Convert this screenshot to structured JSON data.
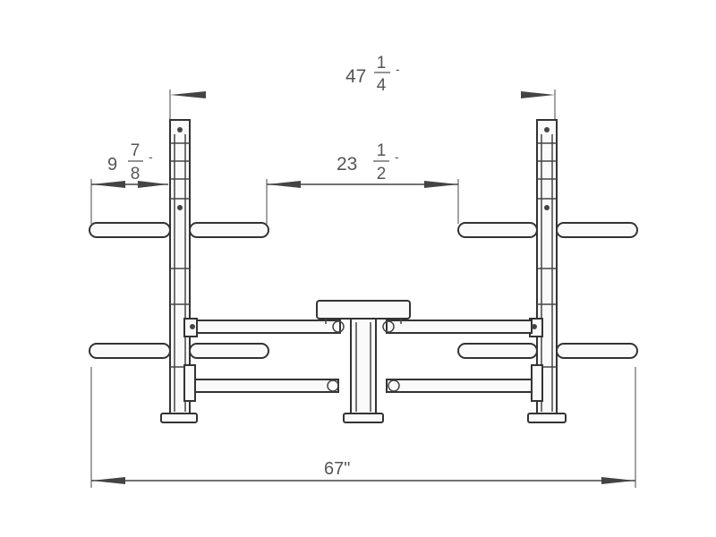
{
  "dimensions": {
    "overall_top": {
      "whole": "47",
      "num": "1",
      "den": "4",
      "mark": "-"
    },
    "pin_offset": {
      "whole": "9",
      "num": "7",
      "den": "8",
      "mark": "-"
    },
    "inner_span": {
      "whole": "23",
      "num": "1",
      "den": "2",
      "mark": "-"
    },
    "overall_width": {
      "text": "67\""
    }
  }
}
